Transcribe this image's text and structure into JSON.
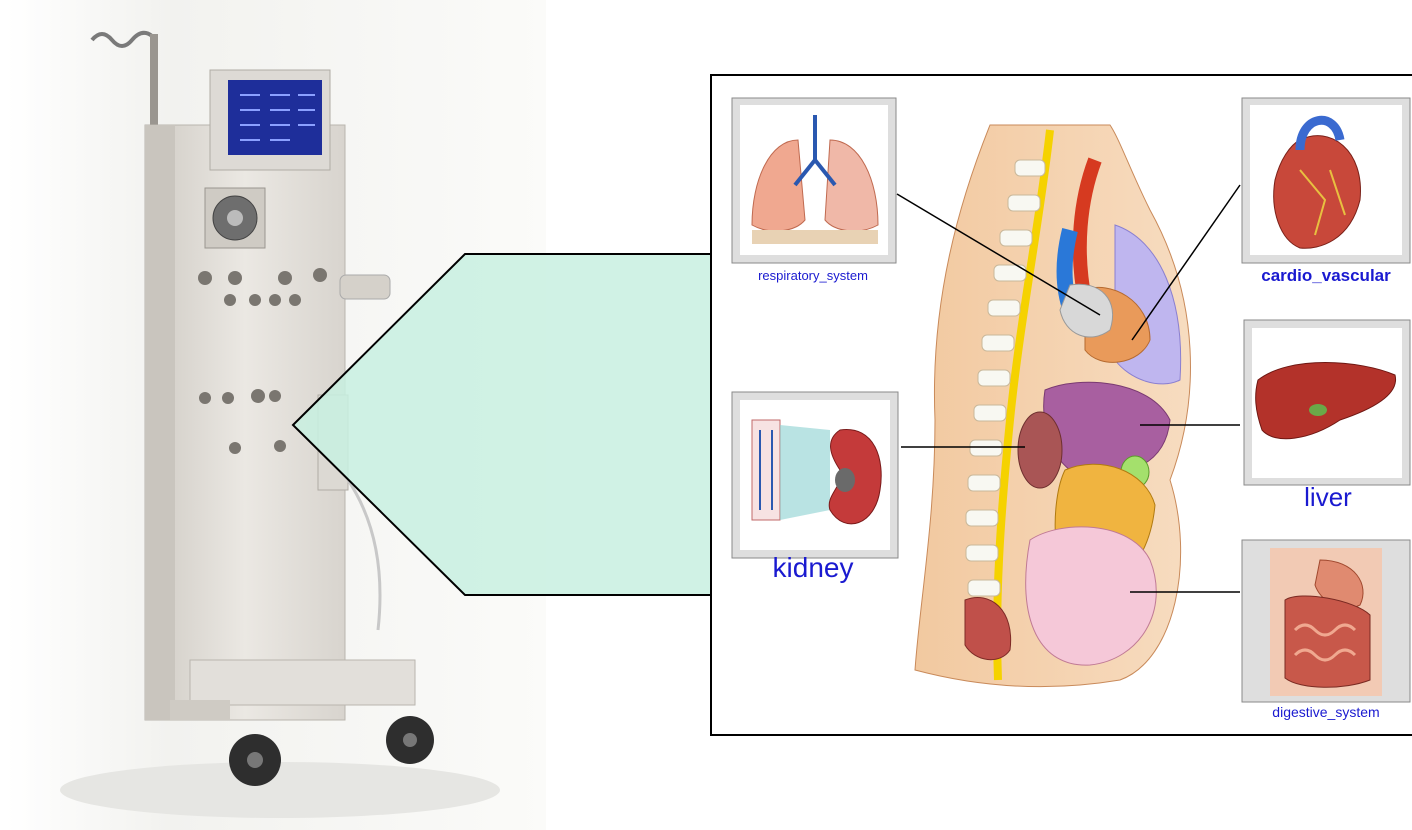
{
  "labels": {
    "respiratory": "respiratory_system",
    "cardio": "cardio_vascular",
    "liver": "liver",
    "kidney": "kidney",
    "digestive": "digestive_system"
  },
  "colors": {
    "label_blue": "#1a1ad0",
    "callout_fill": "#c8f0e0",
    "machine_body": "#e4e1dc",
    "screen": "#1e2e9a",
    "frame": "#000000"
  }
}
